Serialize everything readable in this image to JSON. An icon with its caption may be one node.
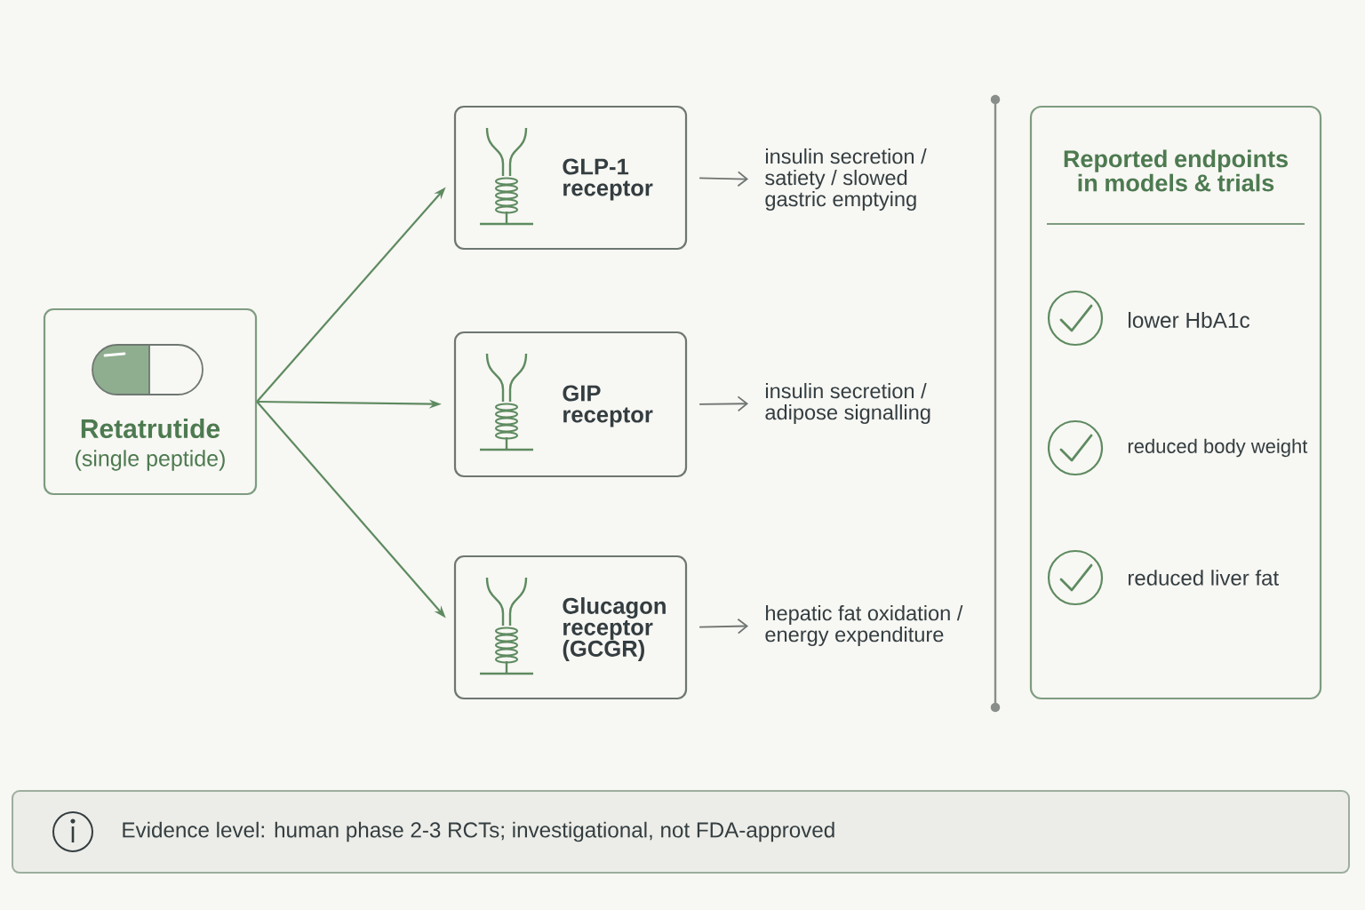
{
  "diagram": {
    "nodes": [
      {
        "text": [
          "Retatrutide",
          "(single peptide)"
        ]
      },
      {
        "text": [
          "GLP-1 receptor"
        ]
      },
      {
        "text": [
          "GIP receptor"
        ]
      },
      {
        "text": [
          "Glucagon receptor (GCGR)"
        ]
      },
      {
        "text": [
          "insulin secretion / satiety / slowed gastric emptying"
        ]
      },
      {
        "text": [
          "insulin secretion / adipose signalling"
        ]
      },
      {
        "text": [
          "hepatic fat oxidation / energy expenditure"
        ]
      },
      {
        "text": [
          "Reported endpoints in models & trials"
        ]
      },
      {
        "text": [
          "Evidence level: human phase 2-3 RCTs; investigational, not FDA-approved"
        ]
      }
    ],
    "edges": [
      {
        "from": 0,
        "to": 1,
        "arrow": "to"
      },
      {
        "from": 0,
        "to": 2,
        "arrow": "to"
      },
      {
        "from": 0,
        "to": 3,
        "arrow": "to"
      },
      {
        "from": 1,
        "to": 4,
        "arrow": "to",
        "color": "#6f7471"
      },
      {
        "from": 2,
        "to": 5,
        "arrow": "to",
        "color": "#6f7471"
      },
      {
        "from": 3,
        "to": 6,
        "arrow": "to",
        "color": "#6f7471"
      }
    ],
    "labels": [
      "lower HbA1c",
      "reduced body weight",
      "reduced liver fat"
    ]
  }
}
